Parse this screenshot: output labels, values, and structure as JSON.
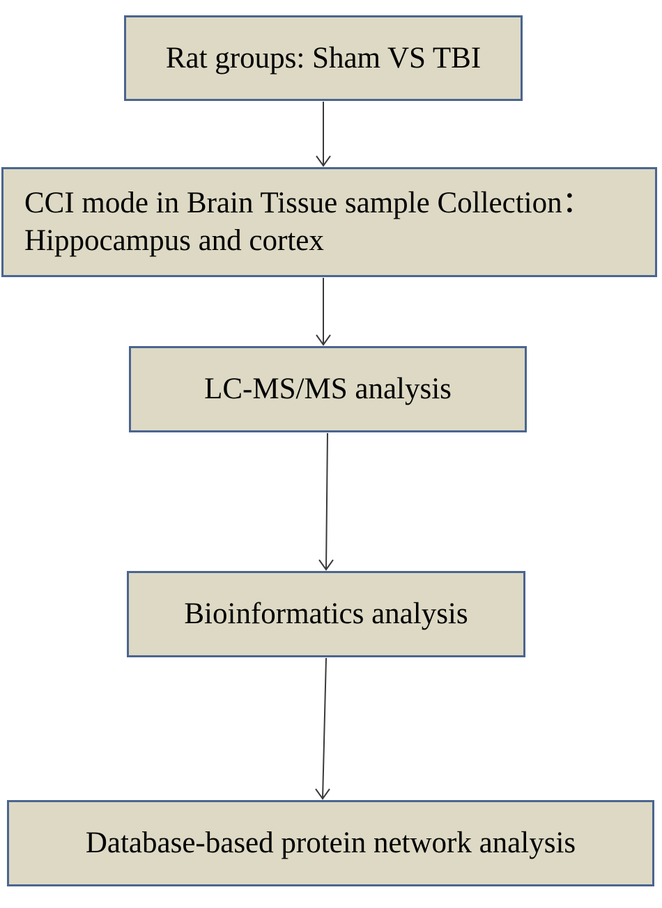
{
  "steps": [
    {
      "id": "rat-groups",
      "lines": [
        "Rat groups: Sham VS TBI"
      ]
    },
    {
      "id": "cci-mode",
      "lines": [
        "CCI mode in Brain Tissue sample Collection：",
        "Hippocampus and cortex"
      ]
    },
    {
      "id": "lcms",
      "lines": [
        "LC-MS/MS analysis"
      ]
    },
    {
      "id": "bioinformatics",
      "lines": [
        "Bioinformatics analysis"
      ]
    },
    {
      "id": "network",
      "lines": [
        "Database-based protein network analysis"
      ]
    }
  ],
  "colors": {
    "box_fill": "#ddd9c4",
    "box_border": "#4a6590",
    "arrow": "#3a3a3a"
  }
}
